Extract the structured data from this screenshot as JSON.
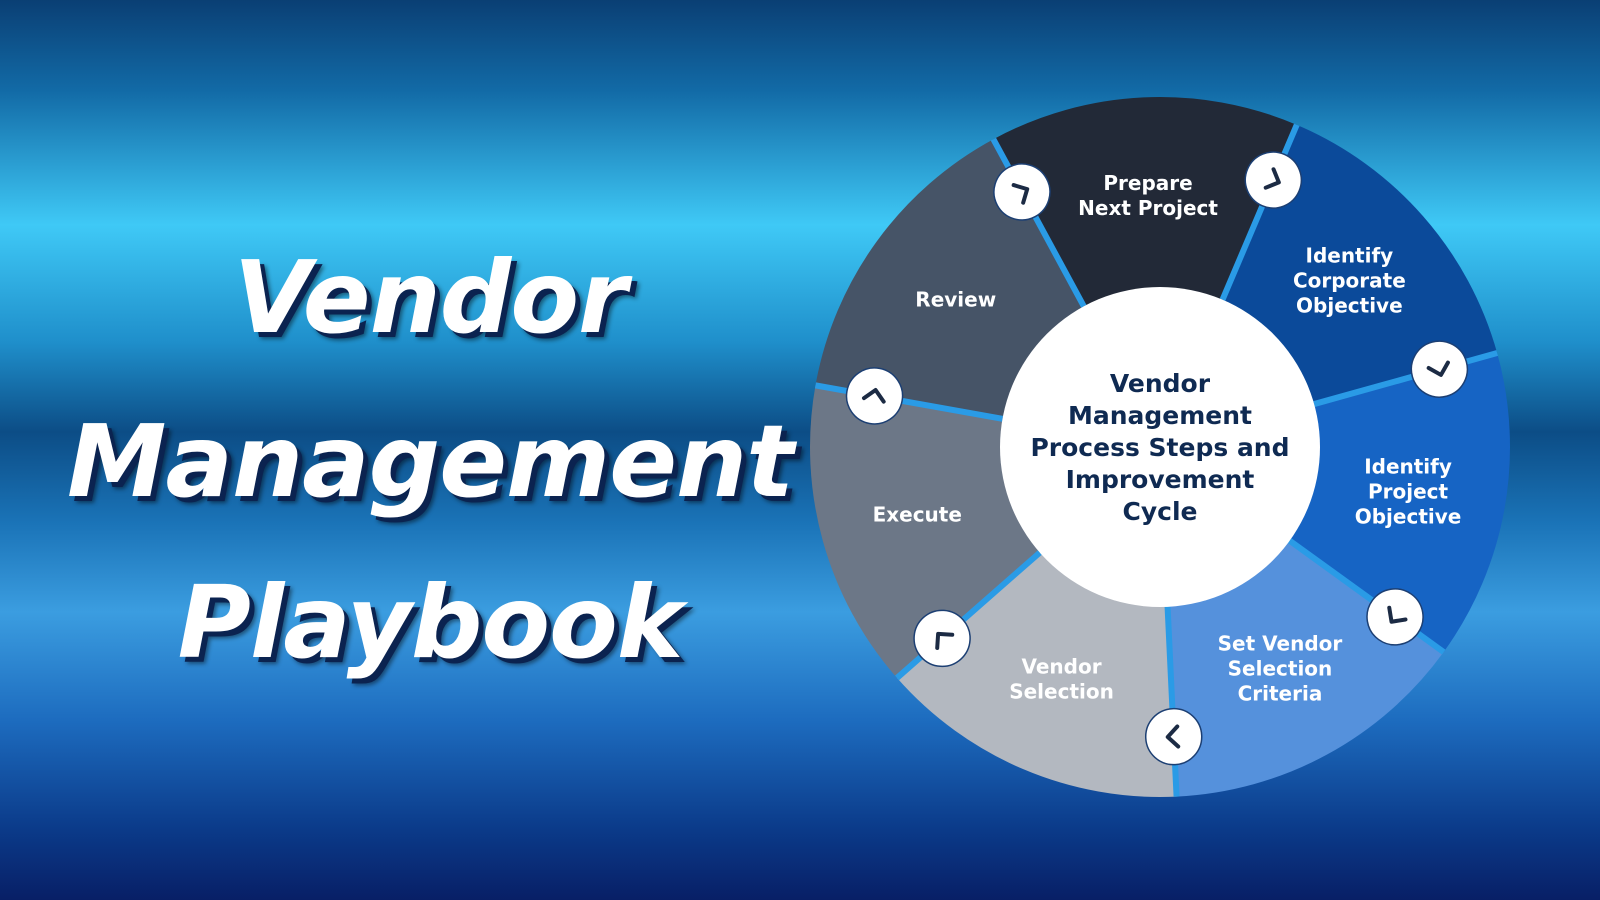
{
  "title": {
    "line1": "Vendor",
    "line2": "Management",
    "line3": "Playbook"
  },
  "cycle": {
    "center_lines": [
      "Vendor",
      "Management",
      "Process Steps and",
      "Improvement",
      "Cycle"
    ],
    "center_color": "#ffffff",
    "steps": [
      {
        "id": "identify-corporate-objective",
        "lines": [
          "Identify",
          "Corporate",
          "Objective"
        ],
        "color": "#0b4a9a"
      },
      {
        "id": "identify-project-objective",
        "lines": [
          "Identify",
          "Project",
          "Objective"
        ],
        "color": "#1664c4"
      },
      {
        "id": "set-vendor-selection-criteria",
        "lines": [
          "Set Vendor",
          "Selection",
          "Criteria"
        ],
        "color": "#5591dc"
      },
      {
        "id": "vendor-selection",
        "lines": [
          "Vendor",
          "Selection"
        ],
        "color": "#b3b8c0"
      },
      {
        "id": "execute",
        "lines": [
          "Execute"
        ],
        "color": "#6c7787"
      },
      {
        "id": "review",
        "lines": [
          "Review"
        ],
        "color": "#465467"
      },
      {
        "id": "prepare-next-project",
        "lines": [
          "Prepare",
          "Next Project"
        ],
        "color": "#222937"
      }
    ],
    "separator_color": "#2a9be6",
    "arrow_icon": "chevron-arrow-icon"
  }
}
